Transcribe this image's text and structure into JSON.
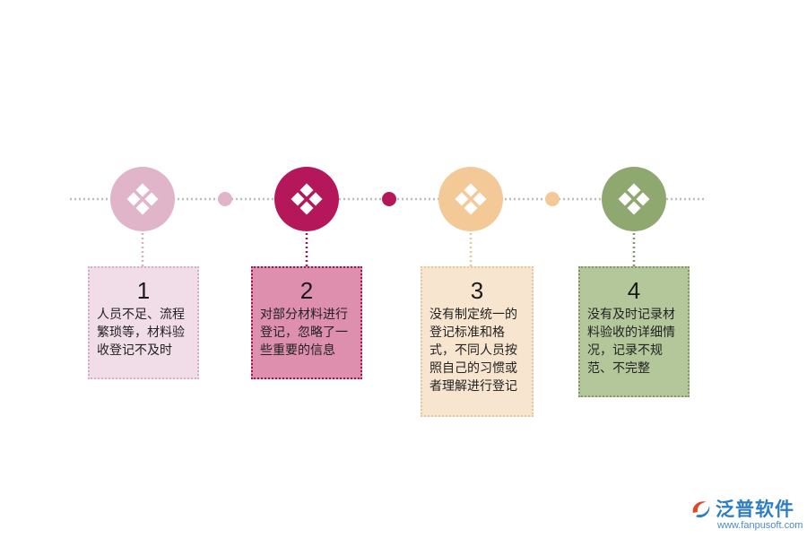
{
  "steps": [
    {
      "number": "1",
      "text": "人员不足、流程繁琐等，材料验收登记不及时",
      "color": "#e0b4c9",
      "card_bg": "#f1dde7",
      "border": "#d8aec2",
      "icon": "diamond-grid-icon"
    },
    {
      "number": "2",
      "text": "对部分材料进行登记，忽略了一些重要的信息",
      "color": "#b5185a",
      "card_bg": "#de8fae",
      "border": "#a01552",
      "icon": "diamond-grid-icon"
    },
    {
      "number": "3",
      "text": "没有制定统一的登记标准和格式，不同人员按照自己的习惯或者理解进行登记",
      "color": "#f2c997",
      "card_bg": "#f8e5cf",
      "border": "#e8c79e",
      "icon": "diamond-grid-icon"
    },
    {
      "number": "4",
      "text": "没有及时记录材料验收的详细情况，记录不规范、不完整",
      "color": "#8fa870",
      "card_bg": "#b3c79b",
      "border": "#7f9a63",
      "icon": "diamond-grid-icon"
    }
  ],
  "connectors": [
    {
      "color": "#e0b4c9"
    },
    {
      "color": "#b5185a"
    },
    {
      "color": "#f2c997"
    }
  ],
  "logo": {
    "brand": "泛普软件",
    "url": "www.fanpusoft.com",
    "color": "#2e7dc5"
  }
}
